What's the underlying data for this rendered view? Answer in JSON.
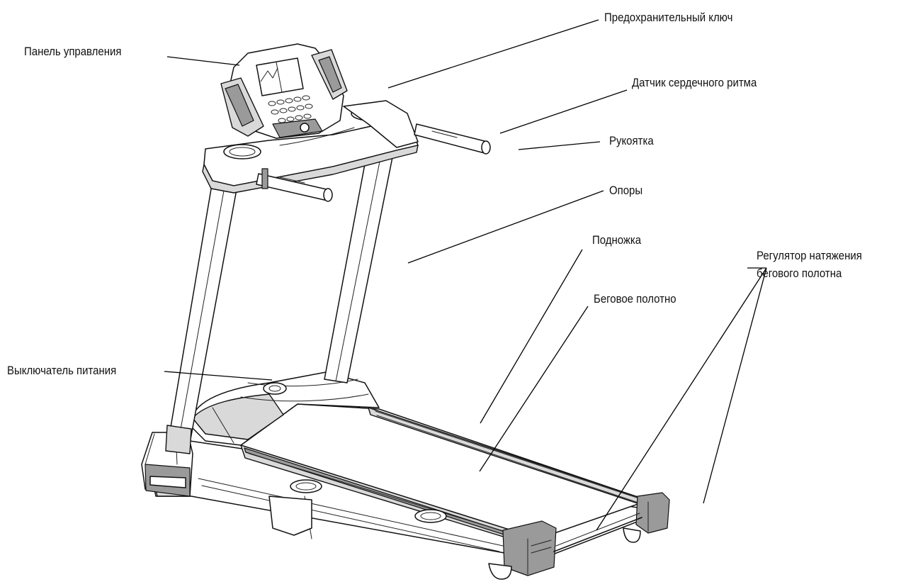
{
  "labels": {
    "control_panel": "Панель управления",
    "safety_key": "Предохранительный ключ",
    "heart_rate_sensor": "Датчик сердечного ритма",
    "handle": "Рукоятка",
    "supports": "Опоры",
    "footrest": "Подножка",
    "belt_tension_line1": "Регулятор натяжения",
    "belt_tension_line2": "бегового полотна",
    "running_belt": "Беговое полотно",
    "power_switch": "Выключатель питания"
  }
}
